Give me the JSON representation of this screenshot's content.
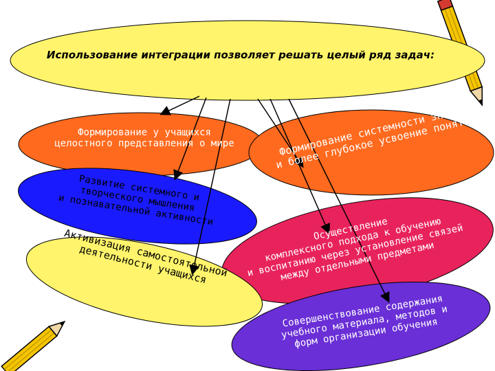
{
  "diagram": {
    "central": {
      "text": "Использование интеграции позволяет решать целый ряд задач:",
      "fill": "#fff46b"
    },
    "tasks": [
      {
        "id": "orange",
        "text": "Формирование у учащихся\nцелостного представления о мире",
        "fill": "#ff6a1e"
      },
      {
        "id": "blue",
        "text": "Развитие системного и\nтворческого мышления\nи познавательной активности",
        "fill": "#1a1aff"
      },
      {
        "id": "yellow",
        "text": "Активизация самостоятельной\nдеятельности учащихся",
        "fill": "#fff46b"
      },
      {
        "id": "right1",
        "text": "Формирование системности знаний\nи более глубокое усвоение понятий",
        "fill": "#ff6a1e"
      },
      {
        "id": "right2",
        "text": "Осуществление\nкомплексного подхода к обучению\nи воспитанию через установление связей\nмежду отдельными предметами",
        "fill": "#e8235c"
      },
      {
        "id": "bottom",
        "text": "Совершенствование содержания\nучебного материала, методов и\nформ организации обучения",
        "fill": "#6a2fd6"
      }
    ],
    "decorations": [
      "pencil-icon",
      "pencil-icon"
    ],
    "colors": {
      "outline": "#000000",
      "arrow": "#000000"
    }
  }
}
